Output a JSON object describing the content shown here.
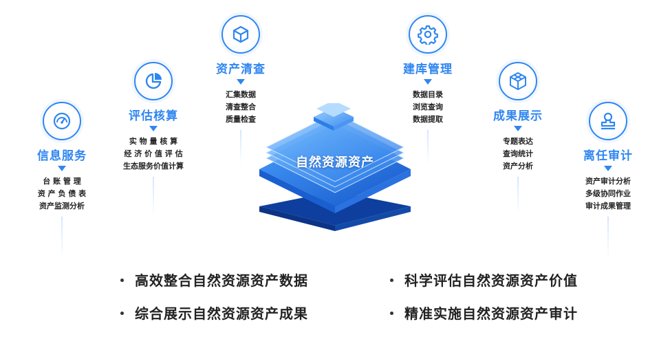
{
  "center": {
    "label": "自然资源资产"
  },
  "modules": [
    {
      "title": "信息服务",
      "icon": "speedometer-icon",
      "items": [
        "台 账 管 理",
        "资 产 负 债 表",
        "资产监测分析"
      ]
    },
    {
      "title": "评估核算",
      "icon": "pie-chart-icon",
      "items": [
        "实 物 量 核 算",
        "经 济 价 值 评 估",
        "生态服务价值计算"
      ]
    },
    {
      "title": "资产清查",
      "icon": "cube-icon",
      "items": [
        "汇集数据",
        "清查整合",
        "质量检查"
      ]
    },
    {
      "title": "建库管理",
      "icon": "gear-icon",
      "items": [
        "数据目录",
        "浏览查询",
        "数据提取"
      ]
    },
    {
      "title": "成果展示",
      "icon": "wireframe-cube-icon",
      "items": [
        "专题表达",
        "查询统计",
        "资产分析"
      ]
    },
    {
      "title": "离任审计",
      "icon": "stamp-icon",
      "items": [
        "资产审计分析",
        "多级协同作业",
        "审计成果管理"
      ]
    }
  ],
  "bullets": [
    "高效整合自然资源资产数据",
    "科学评估自然资源资产价值",
    "综合展示自然资源资产成果",
    "精准实施自然资源资产审计"
  ],
  "colors": {
    "accent": "#2f86f0",
    "text": "#222222"
  }
}
